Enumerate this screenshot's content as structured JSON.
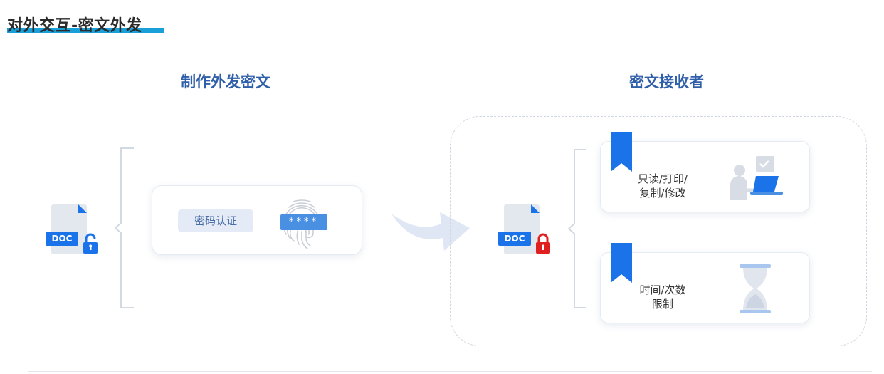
{
  "page": {
    "title": "对外交互-密文外发"
  },
  "left_section": {
    "heading": "制作外发密文",
    "doc_label": "DOC",
    "auth_label": "密码认证",
    "password_mask": "****"
  },
  "right_section": {
    "heading": "密文接收者",
    "doc_label": "DOC",
    "permissions": [
      {
        "line1": "只读/打印/",
        "line2": "复制/修改",
        "icon": "laptop-user-icon"
      },
      {
        "line1": "时间/次数",
        "line2": "限制",
        "icon": "hourglass-icon"
      }
    ]
  },
  "colors": {
    "accent_blue": "#1a73e8",
    "heading_blue": "#2f5fa8",
    "title_underline": "#1aa0d8",
    "lock_open": "#1a73e8",
    "lock_closed": "#e02020"
  }
}
